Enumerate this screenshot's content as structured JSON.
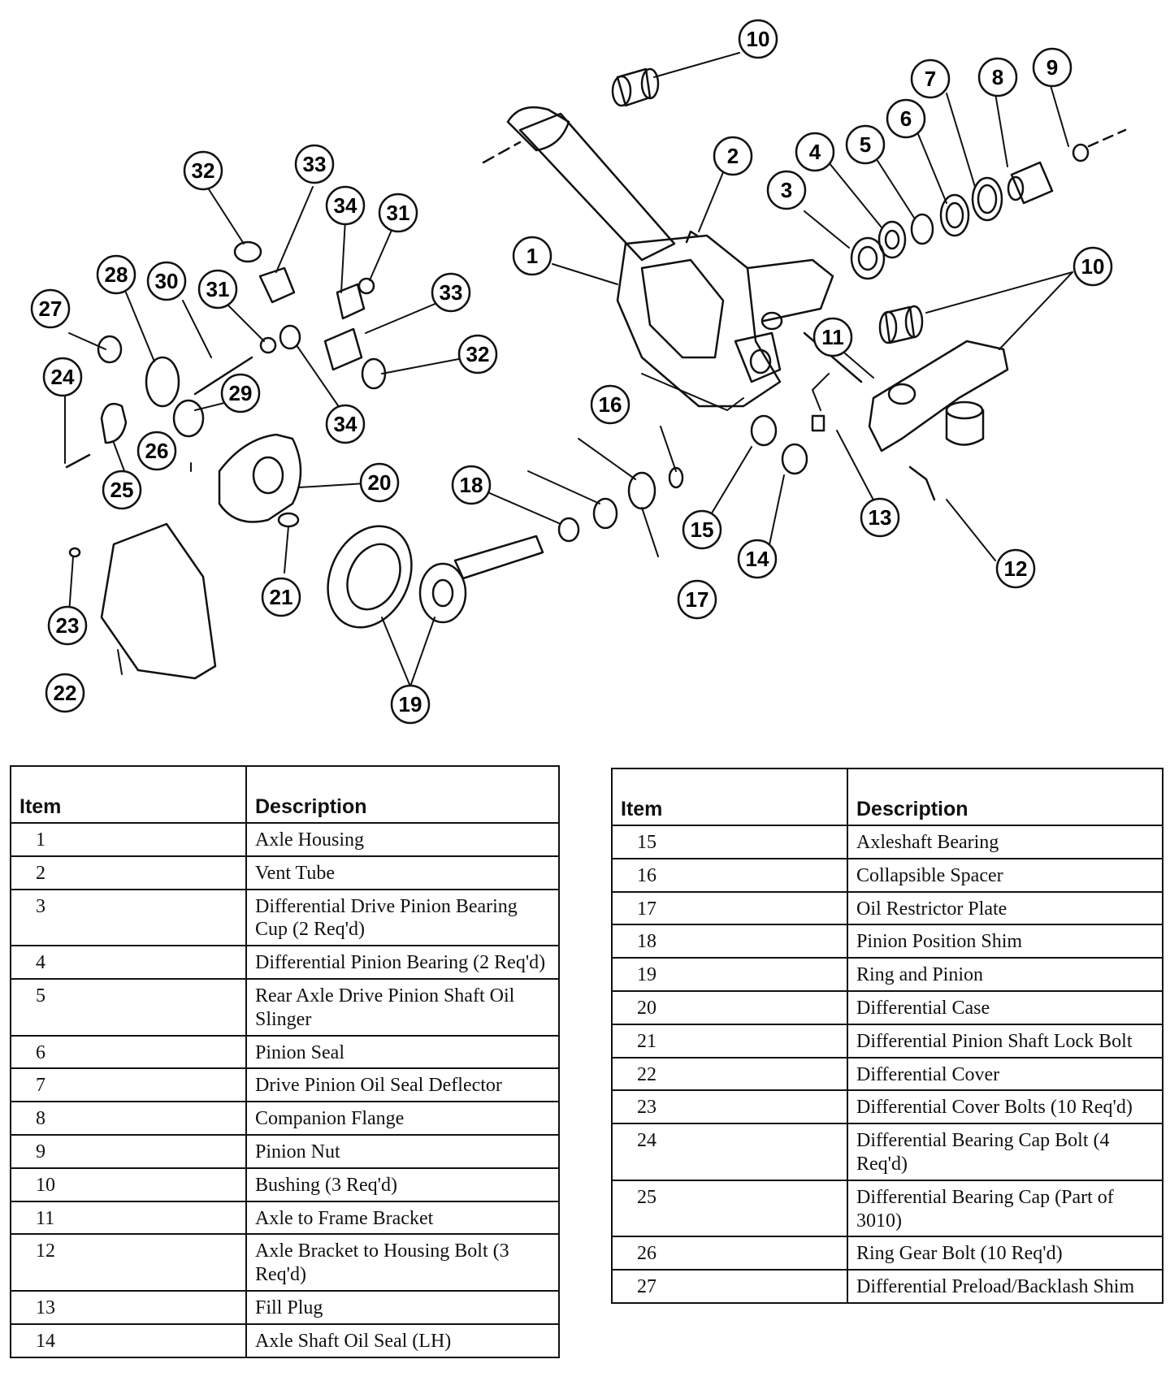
{
  "callouts": [
    "1",
    "2",
    "3",
    "4",
    "5",
    "6",
    "7",
    "8",
    "9",
    "10",
    "11",
    "12",
    "13",
    "14",
    "15",
    "16",
    "17",
    "18",
    "19",
    "20",
    "21",
    "22",
    "23",
    "24",
    "25",
    "26",
    "27",
    "28",
    "29",
    "30",
    "31",
    "32",
    "33",
    "34"
  ],
  "table_left": {
    "headers": {
      "item": "Item",
      "description": "Description"
    },
    "rows": [
      {
        "item": "1",
        "description": "Axle Housing"
      },
      {
        "item": "2",
        "description": "Vent Tube"
      },
      {
        "item": "3",
        "description": "Differential Drive Pinion Bearing Cup (2 Req'd)"
      },
      {
        "item": "4",
        "description": "Differential Pinion Bearing (2 Req'd)"
      },
      {
        "item": "5",
        "description": "Rear Axle Drive Pinion Shaft Oil Slinger"
      },
      {
        "item": "6",
        "description": "Pinion Seal"
      },
      {
        "item": "7",
        "description": "Drive Pinion Oil Seal Deflector"
      },
      {
        "item": "8",
        "description": "Companion Flange"
      },
      {
        "item": "9",
        "description": "Pinion Nut"
      },
      {
        "item": "10",
        "description": "Bushing (3 Req'd)"
      },
      {
        "item": "11",
        "description": "Axle to Frame Bracket"
      },
      {
        "item": "12",
        "description": "Axle Bracket to Housing Bolt (3 Req'd)"
      },
      {
        "item": "13",
        "description": "Fill Plug"
      },
      {
        "item": "14",
        "description": "Axle Shaft Oil Seal (LH)"
      }
    ]
  },
  "table_right": {
    "headers": {
      "item": "Item",
      "description": "Description"
    },
    "rows": [
      {
        "item": "15",
        "description": "Axleshaft Bearing"
      },
      {
        "item": "16",
        "description": "Collapsible Spacer"
      },
      {
        "item": "17",
        "description": "Oil Restrictor Plate"
      },
      {
        "item": "18",
        "description": "Pinion Position Shim"
      },
      {
        "item": "19",
        "description": "Ring and Pinion"
      },
      {
        "item": "20",
        "description": "Differential Case"
      },
      {
        "item": "21",
        "description": "Differential Pinion Shaft Lock Bolt"
      },
      {
        "item": "22",
        "description": "Differential Cover"
      },
      {
        "item": "23",
        "description": "Differential Cover Bolts (10 Req'd)"
      },
      {
        "item": "24",
        "description": "Differential Bearing Cap Bolt (4 Req'd)"
      },
      {
        "item": "25",
        "description": "Differential Bearing Cap (Part of 3010)"
      },
      {
        "item": "26",
        "description": "Ring Gear Bolt (10 Req'd)"
      },
      {
        "item": "27",
        "description": "Differential Preload/Backlash Shim"
      }
    ]
  }
}
